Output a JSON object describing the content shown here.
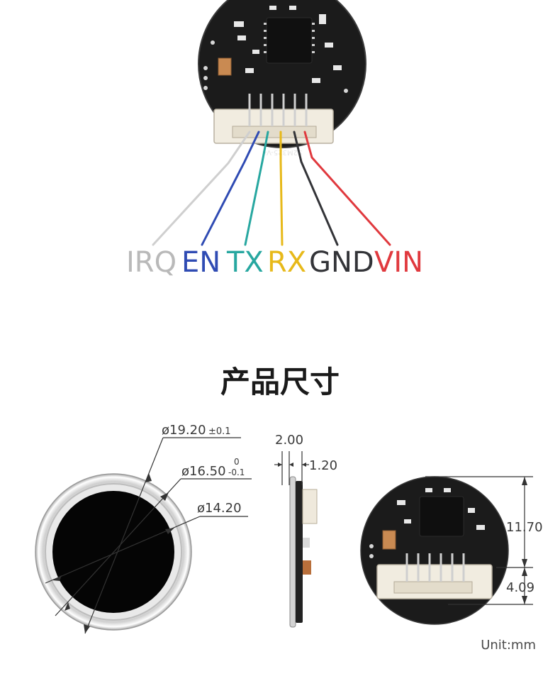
{
  "pinout": {
    "pins": [
      {
        "label": "IRQ",
        "color": "#b9b9b9"
      },
      {
        "label": "EN",
        "color": "#2f4bb3"
      },
      {
        "label": "TX",
        "color": "#27a7a0"
      },
      {
        "label": "RX",
        "color": "#e7b91a"
      },
      {
        "label": "GND",
        "color": "#333438"
      },
      {
        "label": "VIN",
        "color": "#e0393e"
      }
    ],
    "board_silk": "S2M325-V4"
  },
  "section_title": "产品尺寸",
  "dimensions": {
    "outer_dia": {
      "value": "ø19.20",
      "tol": "±0.1"
    },
    "mid_dia": {
      "value": "ø16.50",
      "tol_upper": "0",
      "tol_lower": "-0.1"
    },
    "inner_dia": {
      "value": "ø14.20"
    },
    "thickness_total": "2.00",
    "thickness_sensor": "1.20",
    "height_upper": "11.70",
    "height_lower": "4.09"
  },
  "unit_label": "Unit:mm"
}
